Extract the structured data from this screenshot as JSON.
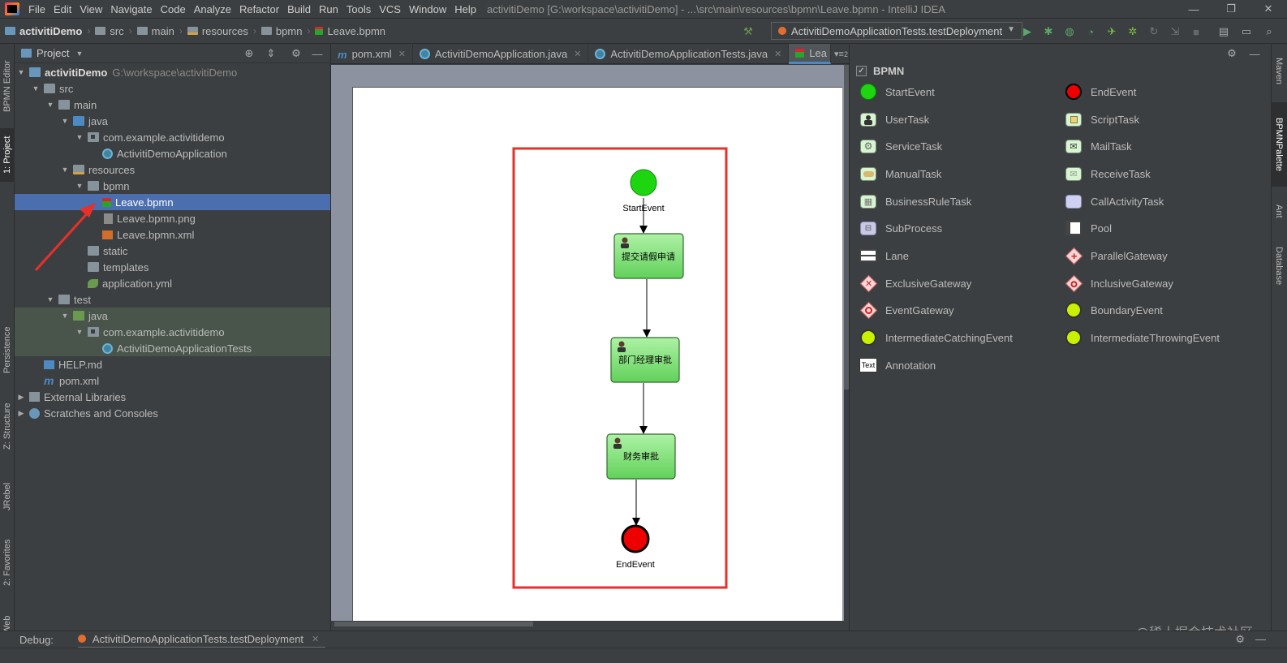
{
  "menubar": {
    "items": [
      "File",
      "Edit",
      "View",
      "Navigate",
      "Code",
      "Analyze",
      "Refactor",
      "Build",
      "Run",
      "Tools",
      "VCS",
      "Window",
      "Help"
    ],
    "window_title": "activitiDemo [G:\\workspace\\activitiDemo] - ...\\src\\main\\resources\\bpmn\\Leave.bpmn - IntelliJ IDEA"
  },
  "breadcrumb": {
    "items": [
      "activitiDemo",
      "src",
      "main",
      "resources",
      "bpmn",
      "Leave.bpmn"
    ]
  },
  "toolbar": {
    "run_config": "ActivitiDemoApplicationTests.testDeployment"
  },
  "left_strip": {
    "tabs": [
      "BPMN Editor",
      "1: Project",
      "Persistence",
      "Z: Structure",
      "JRebel",
      "2: Favorites",
      "Web"
    ]
  },
  "right_strip": {
    "tabs": [
      "Maven",
      "BPMNPalette",
      "Ant",
      "Database"
    ]
  },
  "project_panel": {
    "title": "Project",
    "tree": [
      {
        "label": "activitiDemo",
        "extra": "G:\\workspace\\activitiDemo",
        "bold": true
      },
      {
        "label": "src"
      },
      {
        "label": "main"
      },
      {
        "label": "java"
      },
      {
        "label": "com.example.activitidemo"
      },
      {
        "label": "ActivitiDemoApplication"
      },
      {
        "label": "resources"
      },
      {
        "label": "bpmn"
      },
      {
        "label": "Leave.bpmn",
        "selected": true
      },
      {
        "label": "Leave.bpmn.png"
      },
      {
        "label": "Leave.bpmn.xml"
      },
      {
        "label": "static"
      },
      {
        "label": "templates"
      },
      {
        "label": "application.yml"
      },
      {
        "label": "test"
      },
      {
        "label": "java"
      },
      {
        "label": "com.example.activitidemo"
      },
      {
        "label": "ActivitiDemoApplicationTests"
      },
      {
        "label": "HELP.md"
      },
      {
        "label": "pom.xml"
      },
      {
        "label": "External Libraries"
      },
      {
        "label": "Scratches and Consoles"
      }
    ]
  },
  "editor_tabs": [
    {
      "label": "pom.xml"
    },
    {
      "label": "ActivitiDemoApplication.java"
    },
    {
      "label": "ActivitiDemoApplicationTests.java"
    },
    {
      "label": "Lea",
      "active": true
    }
  ],
  "editor_tabs_overflow": "2",
  "diagram": {
    "start_label": "StartEvent",
    "tasks": [
      "提交请假申请",
      "部门经理审批",
      "财务审批"
    ],
    "end_label": "EndEvent",
    "colors": {
      "start": "#1ed60f",
      "end": "#ee0000",
      "task": "#7ee07a",
      "highlight": "#e8302a"
    }
  },
  "palette": {
    "group": "BPMN",
    "items": [
      {
        "label": "StartEvent",
        "icon": "start-event-icon"
      },
      {
        "label": "EndEvent",
        "icon": "end-event-icon"
      },
      {
        "label": "UserTask",
        "icon": "user-task-icon"
      },
      {
        "label": "ScriptTask",
        "icon": "script-task-icon"
      },
      {
        "label": "ServiceTask",
        "icon": "service-task-icon"
      },
      {
        "label": "MailTask",
        "icon": "mail-task-icon"
      },
      {
        "label": "ManualTask",
        "icon": "manual-task-icon"
      },
      {
        "label": "ReceiveTask",
        "icon": "receive-task-icon"
      },
      {
        "label": "BusinessRuleTask",
        "icon": "business-rule-task-icon"
      },
      {
        "label": "CallActivityTask",
        "icon": "call-activity-icon"
      },
      {
        "label": "SubProcess",
        "icon": "subprocess-icon"
      },
      {
        "label": "Pool",
        "icon": "pool-icon"
      },
      {
        "label": "Lane",
        "icon": "lane-icon"
      },
      {
        "label": "ParallelGateway",
        "icon": "parallel-gateway-icon"
      },
      {
        "label": "ExclusiveGateway",
        "icon": "exclusive-gateway-icon"
      },
      {
        "label": "InclusiveGateway",
        "icon": "inclusive-gateway-icon"
      },
      {
        "label": "EventGateway",
        "icon": "event-gateway-icon"
      },
      {
        "label": "BoundaryEvent",
        "icon": "boundary-event-icon"
      },
      {
        "label": "IntermediateCatchingEvent",
        "icon": "intermediate-catching-event-icon"
      },
      {
        "label": "IntermediateThrowingEvent",
        "icon": "intermediate-throwing-event-icon"
      },
      {
        "label": "Annotation",
        "icon": "annotation-icon"
      }
    ],
    "annotation_icon_text": "Text"
  },
  "status_bar": {
    "label": "Debug:",
    "tab": "ActivitiDemoApplicationTests.testDeployment"
  },
  "watermark": "@稀土掘金技术社区"
}
